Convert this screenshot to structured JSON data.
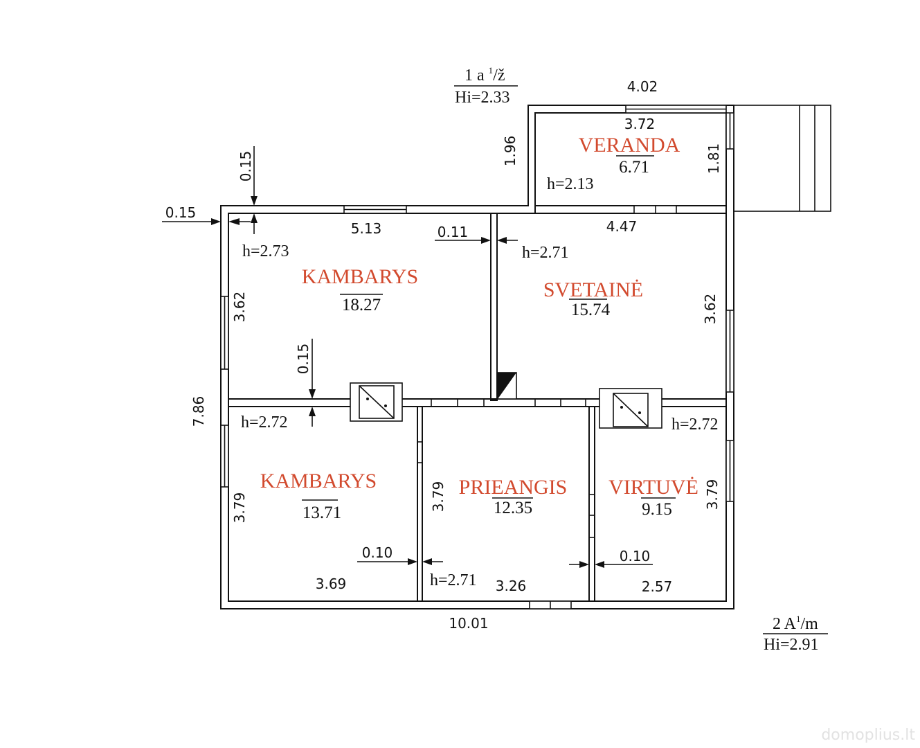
{
  "rooms": {
    "veranda": {
      "name": "VERANDA",
      "area": "6.71",
      "height": "h=2.13",
      "dim_top": "3.72",
      "dim_side": "1.81"
    },
    "kambarys_1": {
      "name": "KAMBARYS",
      "area": "18.27",
      "height": "h=2.73",
      "dim_top": "5.13",
      "dim_side": "3.62"
    },
    "svetaine": {
      "name": "SVETAINĖ",
      "area": "15.74",
      "height": "h=2.71",
      "dim_top": "4.47",
      "dim_side": "3.62"
    },
    "kambarys_2": {
      "name": "KAMBARYS",
      "area": "13.71",
      "height": "h=2.72",
      "dim_bottom": "3.69",
      "dim_side": "3.79"
    },
    "prieangis": {
      "name": "PRIEANGIS",
      "area": "12.35",
      "height": "h=2.71",
      "dim_bottom": "3.26",
      "dim_side": "3.79"
    },
    "virtuve": {
      "name": "VIRTUVĖ",
      "area": "9.15",
      "height": "h=2.72",
      "dim_bottom": "2.57",
      "dim_side": "3.79"
    }
  },
  "dimensions": {
    "overall_width": "10.01",
    "overall_height": "7.86",
    "veranda_outer_width": "4.02",
    "veranda_outer_height": "1.96",
    "outer_wall_left": "0.15",
    "outer_wall_top": "0.15",
    "partition_mid": "0.15",
    "partition_top_right": "0.11",
    "partition_bottom_left": "0.10",
    "partition_bottom_right": "0.10"
  },
  "labels": {
    "upper_code_num": "1 a ",
    "upper_code_sup": "1",
    "upper_code_tail": "/ž",
    "upper_hi": "Hi=2.33",
    "lower_code_num": "2 A",
    "lower_code_sup": "1",
    "lower_code_tail": "/m",
    "lower_hi": "Hi=2.91"
  },
  "watermark": "domoplius.lt",
  "colors": {
    "room_label": "#d24a2e",
    "lines": "#111111"
  }
}
